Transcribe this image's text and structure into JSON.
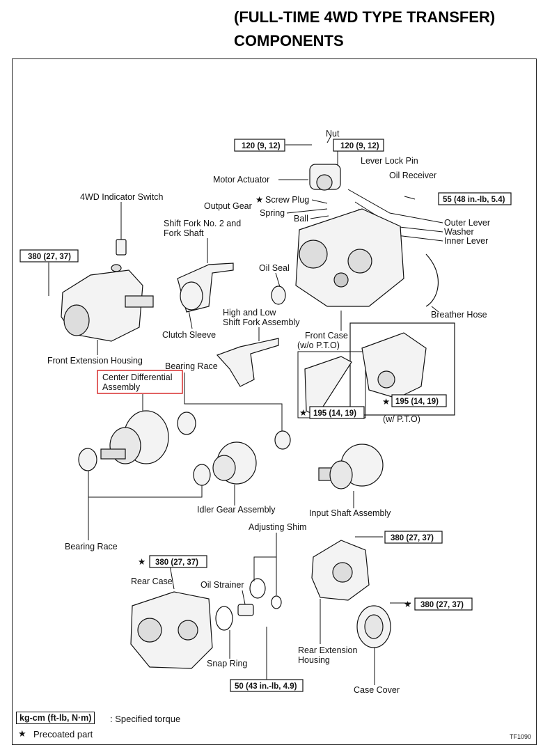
{
  "title": {
    "line1": "(FULL-TIME 4WD TYPE TRANSFER)",
    "line2": "COMPONENTS"
  },
  "labels": {
    "nut": "Nut",
    "lever_lock_pin": "Lever Lock Pin",
    "motor_actuator": "Motor Actuator",
    "oil_receiver": "Oil Receiver",
    "indicator_switch": "4WD Indicator Switch",
    "screw_plug": "Screw Plug",
    "output_gear": "Output Gear",
    "spring": "Spring",
    "ball": "Ball",
    "outer_lever": "Outer Lever",
    "washer": "Washer",
    "inner_lever": "Inner Lever",
    "shift_fork_l1": "Shift Fork No. 2 and",
    "shift_fork_l2": "Fork Shaft",
    "oil_seal": "Oil Seal",
    "clutch_sleeve": "Clutch Sleeve",
    "hl_fork_l1": "High and Low",
    "hl_fork_l2": "Shift Fork Assembly",
    "breather_hose": "Breather Hose",
    "front_case": "Front Case",
    "wo_pto": "(w/o P.T.O)",
    "w_pto": "(w/ P.T.O)",
    "front_ext_housing": "Front Extension Housing",
    "bearing_race_top": "Bearing Race",
    "center_diff_l1": "Center Differential",
    "center_diff_l2": "Assembly",
    "idler_gear": "Idler Gear Assembly",
    "input_shaft": "Input Shaft Assembly",
    "bearing_race_bottom": "Bearing Race",
    "adjusting_shim": "Adjusting Shim",
    "rear_case": "Rear Case",
    "oil_strainer": "Oil Strainer",
    "rear_ext_l1": "Rear Extension",
    "rear_ext_l2": "Housing",
    "snap_ring": "Snap Ring",
    "case_cover": "Case Cover"
  },
  "torques": {
    "t_nut_left": "120 (9, 12)",
    "t_nut_right": "120 (9, 12)",
    "t_oil_receiver": "55 (48 in.-lb, 5.4)",
    "t_front_ext": "380 (27, 37)",
    "t_wo_pto": "195 (14, 19)",
    "t_w_pto": "195 (14, 19)",
    "t_rear_ext": "380 (27, 37)",
    "t_rear_case": "380 (27, 37)",
    "t_rear_cover": "380 (27, 37)",
    "t_strainer": "50 (43 in.-lb, 4.9)"
  },
  "legend": {
    "box_label": "kg-cm (ft-lb, N·m)",
    "box_desc": ": Specified torque",
    "star": "★",
    "star_desc": "Precoated part"
  },
  "figure_code": "TF1090",
  "colors": {
    "highlight": "#d42020",
    "ink": "#111111"
  }
}
